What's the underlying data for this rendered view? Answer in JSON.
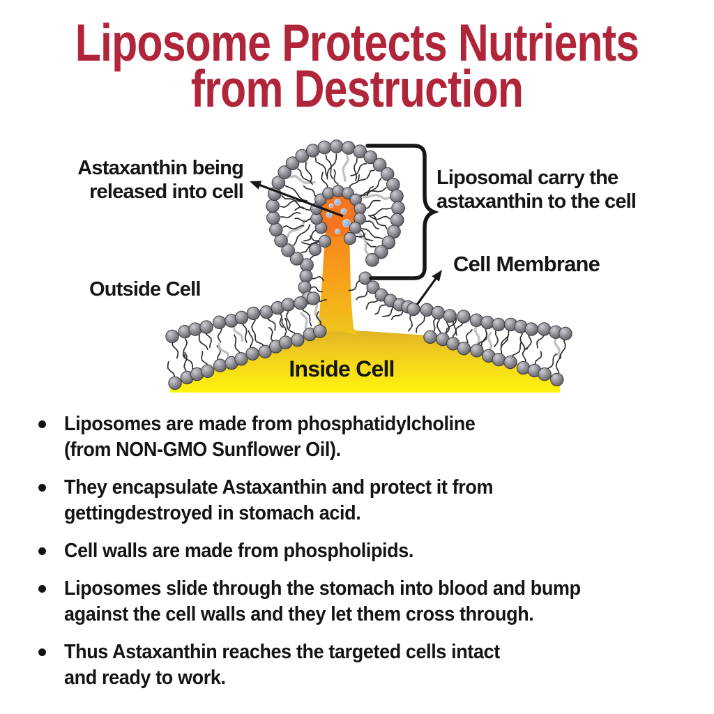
{
  "title": {
    "line1": "Liposome Protects Nutrients",
    "line2": "from Destruction",
    "color": "#B0253A"
  },
  "diagram": {
    "labels": {
      "astaxanthin_released": "Astaxanthin being\nreleased into cell",
      "liposomal_carry": "Liposomal carry the\nastaxanthin to the cell",
      "outside_cell": "Outside Cell",
      "cell_membrane": "Cell Membrane",
      "inside_cell": "Inside Cell"
    },
    "colors": {
      "bead_gray": "#8e8e94",
      "bead_edge": "#3b3b41",
      "tail_dark": "#2d2d30",
      "tail_light": "#c2c2c2",
      "core_orange": "#F5761E",
      "stream_gold": "#F89C19",
      "cell_yellow_top": "#D8A42B",
      "cell_yellow_mid": "#F0CC1E",
      "cell_yellow": "#FFF60D",
      "astaxanthin_blue": "#6FA0DC",
      "annotation_black": "#161616"
    }
  },
  "bullets": [
    "Liposomes are made from phosphatidylcholine\n(from NON-GMO Sunflower Oil).",
    "They encapsulate Astaxanthin and protect it from\ngettingdestroyed in stomach acid.",
    "Cell walls are made from phospholipids.",
    "Liposomes slide through the stomach into blood and bump\nagainst the cell walls and they let them cross through.",
    "Thus Astaxanthin reaches the targeted cells intact\nand ready to work."
  ]
}
